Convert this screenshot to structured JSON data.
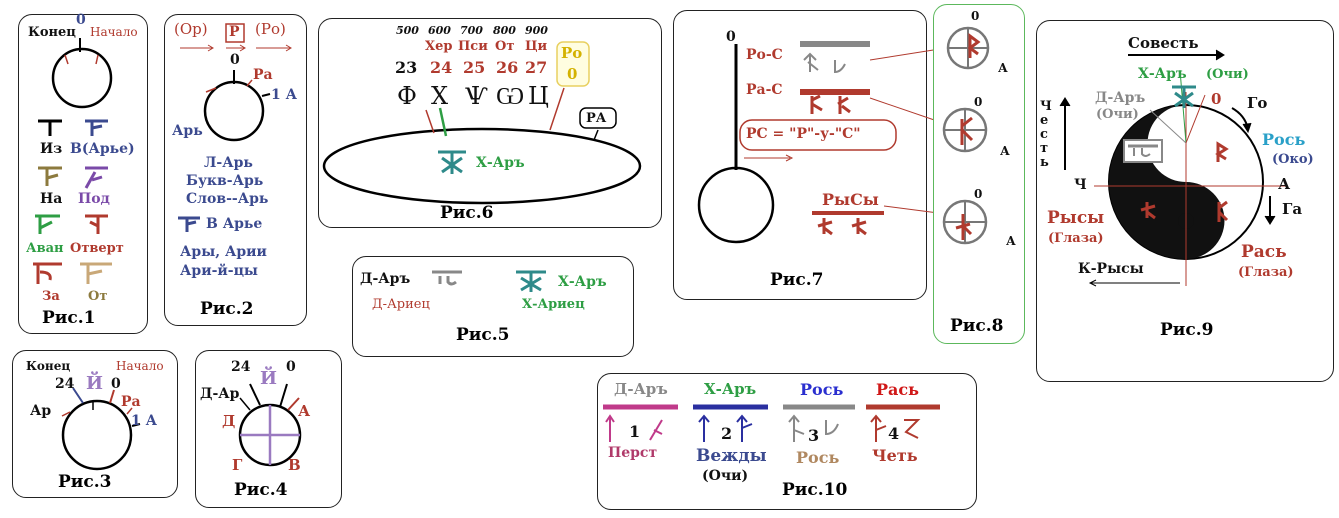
{
  "colors": {
    "red": "#b03a2e",
    "blue": "#3b4a8f",
    "green": "#2e9e44",
    "gray": "#888888",
    "purple": "#7a4aa8",
    "teal": "#2e8a8a",
    "cyan": "#2aa0c8"
  },
  "fig1": {
    "caption": "Рис.1",
    "end": "Конец",
    "zero": "0",
    "start": "Начало",
    "labels": [
      "Из",
      "В(Арье)",
      "На",
      "Под",
      "Аван",
      "Отверт",
      "За",
      "От"
    ]
  },
  "fig2": {
    "caption": "Рис.2",
    "top": [
      "(Ор)",
      "Р",
      "(Ро)"
    ],
    "zero": "0",
    "ra": "Ра",
    "one_a": "1 А",
    "ar": "Арь",
    "lines": [
      "Л-Арь",
      "Букв-Арь",
      "Слов--Арь",
      "В Арье",
      "Ары, Арии",
      "Ари-й-цы"
    ]
  },
  "fig3": {
    "caption": "Рис.3",
    "end": "Конец",
    "start": "Начало",
    "n24": "24",
    "y": "Й",
    "zero": "0",
    "ar": "Ар",
    "ra": "Ра",
    "one_a": "1 А"
  },
  "fig4": {
    "caption": "Рис.4",
    "n24": "24",
    "y": "Й",
    "zero": "0",
    "dar": "Д-Ар",
    "a": "А",
    "d": "Д",
    "g": "Г",
    "v": "В"
  },
  "fig5": {
    "caption": "Рис.5",
    "dar": "Д-Аръ",
    "darets": "Д-Ариец",
    "xar": "Х-Аръ",
    "xarets": "Х-Ариец"
  },
  "fig6": {
    "caption": "Рис.6",
    "scale": [
      "500",
      "600",
      "700",
      "800",
      "900"
    ],
    "names": [
      "Хер",
      "Пси",
      "От",
      "Ци"
    ],
    "nums": [
      "23",
      "24",
      "25",
      "26",
      "27"
    ],
    "ro": "Ро",
    "ro_zero": "0",
    "ra": "РА",
    "xar": "Х-Аръ",
    "letters": [
      "Ф",
      "Х",
      "Ѱ",
      "Ѡ",
      "Ц"
    ]
  },
  "fig7": {
    "caption": "Рис.7",
    "zero": "0",
    "roc": "Ро-С",
    "rac": "Ра-С",
    "formula": "РС = \"Р\"-у-\"С\"",
    "rysy": "РыСы"
  },
  "fig8": {
    "caption": "Рис.8",
    "zero": "0",
    "a": "А"
  },
  "fig9": {
    "caption": "Рис.9",
    "sovest": "Совесть",
    "xar": "Х-Аръ",
    "ochi": "(Очи)",
    "dar": "Д-Аръ",
    "ochi2": "(Очи)",
    "zero": "0",
    "go": "Го",
    "ros": "Рось",
    "oko": "(Око)",
    "chest": "Честь",
    "ch": "Ч",
    "a": "А",
    "ga": "Га",
    "rysy": "Рысы",
    "glaza1": "(Глаза)",
    "ras": "Рась",
    "glaza2": "(Глаза)",
    "krysy": "К-Рысы"
  },
  "fig10": {
    "caption": "Рис.10",
    "cols": [
      {
        "title": "Д-Аръ",
        "num": "1",
        "word": "Перст"
      },
      {
        "title": "Х-Аръ",
        "num": "2",
        "word": "Вежды",
        "sub": "(Очи)"
      },
      {
        "title": "Рось",
        "num": "3",
        "word": "Рось"
      },
      {
        "title": "Рась",
        "num": "4",
        "word": "Четь"
      }
    ]
  }
}
